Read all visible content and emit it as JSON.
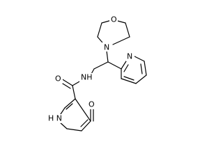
{
  "structure": {
    "atoms": {
      "morpholine_n": "N",
      "morpholine_o": "O",
      "pyridine_n": "N",
      "amide_nh": "NH",
      "amide_o": "O",
      "pyridinone_o": "O",
      "pyridinone_nh": "H N"
    }
  }
}
